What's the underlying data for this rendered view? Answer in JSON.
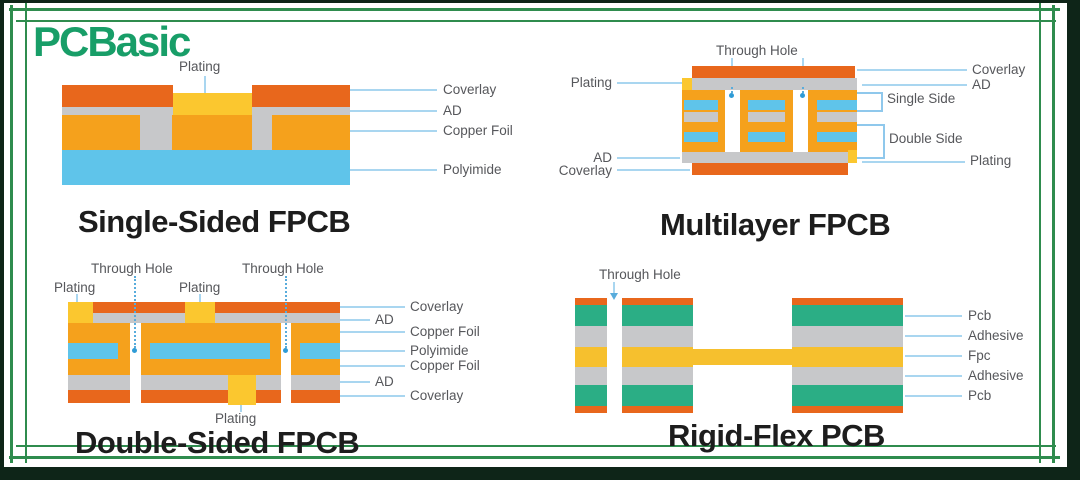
{
  "logo": {
    "text": "PCBasic"
  },
  "single_sided": {
    "title": "Single-Sided FPCB",
    "plating": "Plating",
    "layer_labels": [
      "Coverlay",
      "AD",
      "Copper Foil",
      "Polyimide"
    ]
  },
  "multilayer": {
    "title": "Multilayer FPCB",
    "through_hole": "Through Hole",
    "left_labels": {
      "plating": "Plating",
      "ad": "AD",
      "coverlay": "Coverlay"
    },
    "right_labels": {
      "coverlay": "Coverlay",
      "ad": "AD",
      "single_side": "Single Side",
      "double_side": "Double Side",
      "plating": "Plating"
    }
  },
  "double_sided": {
    "title": "Double-Sided FPCB",
    "through_hole": "Through Hole",
    "plating": "Plating",
    "layer_labels": [
      "Coverlay",
      "AD",
      "Copper Foil",
      "Polyimide",
      "Copper Foil",
      "AD",
      "Coverlay"
    ]
  },
  "rigid_flex": {
    "title": "Rigid-Flex PCB",
    "through_hole": "Through Hole",
    "layer_labels": [
      "Pcb",
      "Adhesive",
      "Fpc",
      "Adhesive",
      "Pcb"
    ]
  },
  "colors": {
    "coverlay": "#E8671C",
    "copper_foil": "#F5A11C",
    "plating": "#FBC72F",
    "adhesive": "#C7C8CA",
    "polyimide": "#5FC4EA",
    "pcb_green": "#2BAE85",
    "fpc_yellow": "#F6C02E",
    "leader_line": "#A9D6F0",
    "through_hole_blue": "#58ACDC",
    "label_text": "#56575B",
    "title_text": "#1D1D1D",
    "logo_green": "#189E68",
    "frame_green": "#2F8C4E",
    "frame_dark": "#0E2518"
  }
}
